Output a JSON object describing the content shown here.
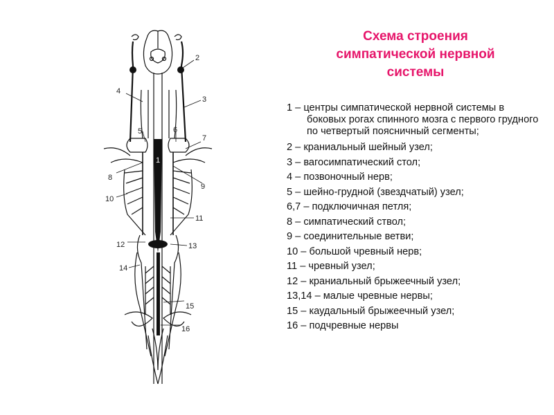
{
  "slide": {
    "title_lines": [
      "Схема строения",
      "симпатической нервной",
      "системы"
    ],
    "title_color": "#e6156a",
    "legend": [
      {
        "key": "1",
        "text": "1 – центры симпатической нервной системы в боковых рогах спинного мозга с первого грудного по четвертый поясничный сегменты;"
      },
      {
        "key": "2",
        "text": "2 – краниальный шейный узел;"
      },
      {
        "key": "3",
        "text": "3 – вагосимпатический стол;"
      },
      {
        "key": "4",
        "text": "4 – позвоночный нерв;"
      },
      {
        "key": "5",
        "text": "5 – шейно-грудной (звездчатый) узел;"
      },
      {
        "key": "6,7",
        "text": "6,7 – подключичная петля;"
      },
      {
        "key": "8",
        "text": "8 – симпатический ствол;"
      },
      {
        "key": "9",
        "text": "9 – соединительные ветви;"
      },
      {
        "key": "10",
        "text": "10 – большой чревный нерв;"
      },
      {
        "key": "11",
        "text": "11 – чревный узел;"
      },
      {
        "key": "12",
        "text": "12 – краниальный брыжеечный узел;"
      },
      {
        "key": "13,14",
        "text": "13,14 – малые чревные нервы;"
      },
      {
        "key": "15",
        "text": "15 – каудальный брыжеечный узел;"
      },
      {
        "key": "16",
        "text": "16 – подчревные нервы"
      }
    ],
    "diagram_labels": [
      "1",
      "2",
      "3",
      "4",
      "5",
      "6",
      "7",
      "8",
      "9",
      "10",
      "11",
      "12",
      "13",
      "14",
      "15",
      "16"
    ]
  }
}
